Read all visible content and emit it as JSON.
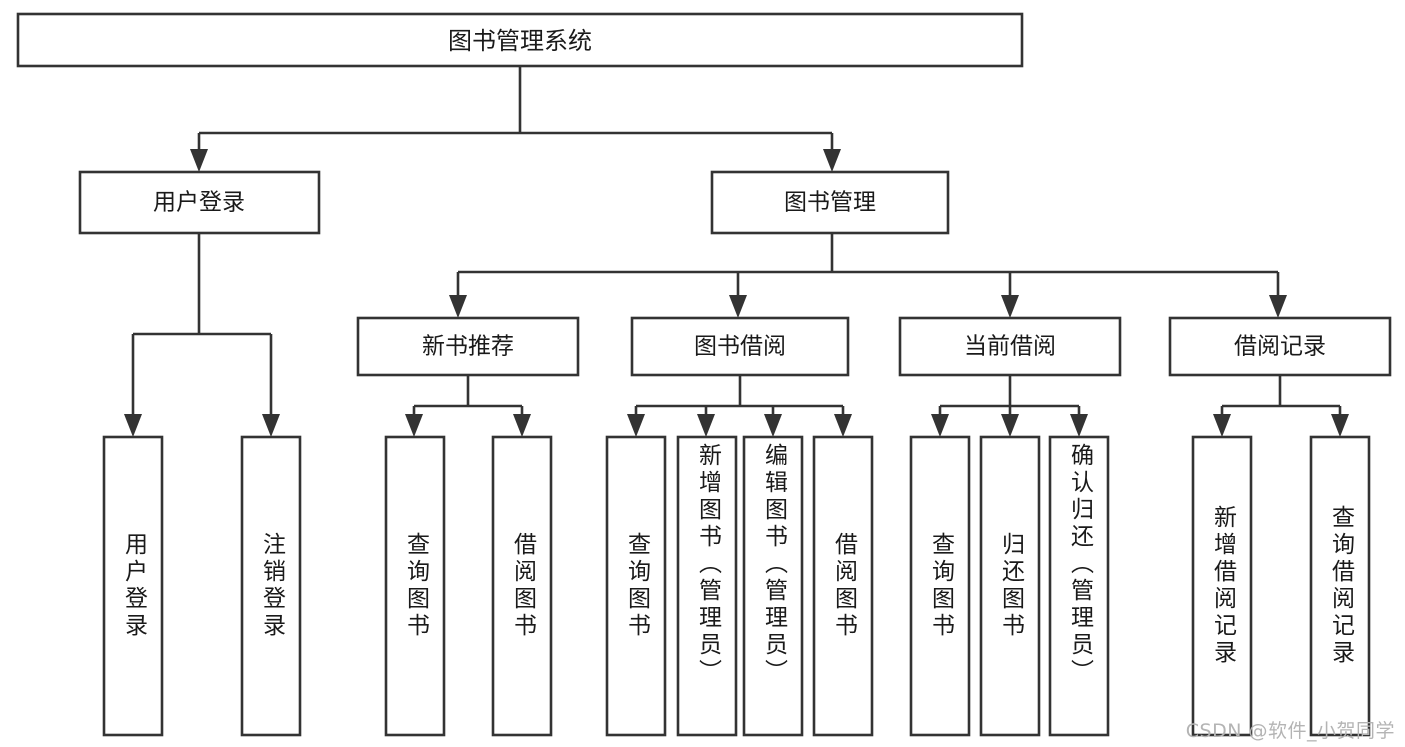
{
  "diagram": {
    "type": "tree-hierarchy",
    "title": "图书管理系统",
    "colors": {
      "box_stroke": "#333333",
      "box_fill": "#ffffff",
      "connector": "#333333",
      "text": "#1a1a1a",
      "watermark": "#b4b4b4",
      "background": "#ffffff"
    },
    "watermark": "CSDN @软件_小贺同学",
    "levels": {
      "level1": [
        "图书管理系统"
      ],
      "level2": [
        "用户登录",
        "图书管理"
      ],
      "level3": [
        "新书推荐",
        "图书借阅",
        "当前借阅",
        "借阅记录"
      ],
      "level4": [
        "用户登录",
        "注销登录",
        "查询图书",
        "借阅图书",
        "查询图书",
        "新增图书（管理员）",
        "编辑图书（管理员）",
        "借阅图书",
        "查询图书",
        "归还图书",
        "确认归还（管理员）",
        "新增借阅记录",
        "查询借阅记录"
      ]
    },
    "nodes": {
      "root": {
        "label": "图书管理系统"
      },
      "user_login": {
        "label": "用户登录"
      },
      "book_mgmt": {
        "label": "图书管理"
      },
      "new_book_rec": {
        "label": "新书推荐"
      },
      "book_borrow": {
        "label": "图书借阅"
      },
      "current_borrow": {
        "label": "当前借阅"
      },
      "borrow_record": {
        "label": "借阅记录"
      },
      "leaf_user_login": {
        "label": "用户登录"
      },
      "leaf_user_logout": {
        "label": "注销登录"
      },
      "leaf_rec_query": {
        "label": "查询图书"
      },
      "leaf_rec_borrow": {
        "label": "借阅图书"
      },
      "leaf_borrow_query": {
        "label": "查询图书"
      },
      "leaf_borrow_add": {
        "label": "新增图书（管理员）"
      },
      "leaf_borrow_edit": {
        "label": "编辑图书（管理员）"
      },
      "leaf_borrow_take": {
        "label": "借阅图书"
      },
      "leaf_cur_query": {
        "label": "查询图书"
      },
      "leaf_cur_return": {
        "label": "归还图书"
      },
      "leaf_cur_confirm": {
        "label": "确认归还（管理员）"
      },
      "leaf_rec_add": {
        "label": "新增借阅记录"
      },
      "leaf_rec_search": {
        "label": "查询借阅记录"
      }
    }
  }
}
